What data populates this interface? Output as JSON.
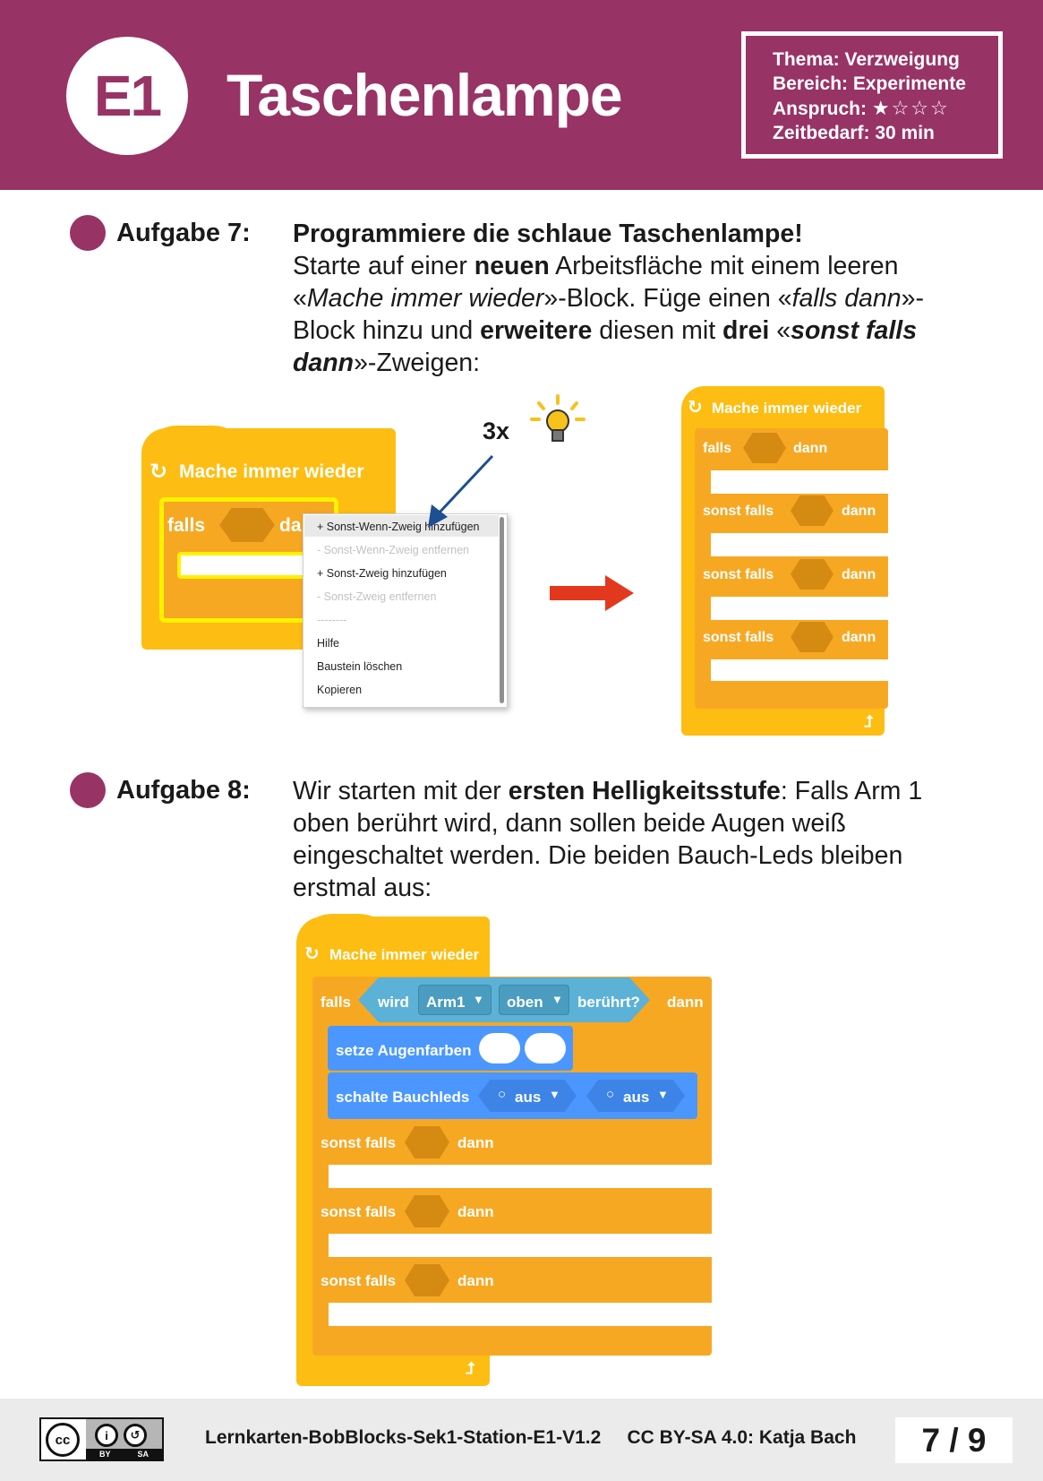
{
  "header": {
    "badge": "E1",
    "title": "Taschenlampe",
    "meta": {
      "thema": "Thema: Verzweigung",
      "bereich": "Bereich: Experimente",
      "anspruch_label": "Anspruch:",
      "anspruch_stars": "★☆☆☆",
      "zeitbedarf": "Zeitbedarf: 30 min"
    }
  },
  "task7": {
    "label": "Aufgabe 7:",
    "heading": "Programmiere die schlaue Taschenlampe!",
    "t1": "Starte auf einer ",
    "b1": "neuen",
    "t2": " Arbeitsfläche mit einem leeren «",
    "i1": "Mache immer wieder",
    "t3": "»-Block. Füge einen «",
    "i2": "falls dann",
    "t4": "»-Block hinzu und ",
    "b2": "erweitere",
    "t5": " diesen mit ",
    "b3": "drei",
    "t6": " «",
    "bi1": "sonst falls dann",
    "t7": "»-Zweigen:"
  },
  "fig1": {
    "forever_label": "Mache immer wieder",
    "if_label": "falls",
    "then_partial": "da",
    "count_label": "3x",
    "menu": [
      {
        "label": "+ Sonst-Wenn-Zweig hinzufügen",
        "disabled": false
      },
      {
        "label": "- Sonst-Wenn-Zweig entfernen",
        "disabled": true
      },
      {
        "label": "+ Sonst-Zweig hinzufügen",
        "disabled": false
      },
      {
        "label": "- Sonst-Zweig entfernen",
        "disabled": true
      },
      {
        "label": "--------",
        "disabled": true
      },
      {
        "label": "Hilfe",
        "disabled": false
      },
      {
        "label": "Baustein löschen",
        "disabled": false
      },
      {
        "label": "Kopieren",
        "disabled": false
      }
    ],
    "result": {
      "forever_label": "Mache immer wieder",
      "if_label": "falls",
      "then_label": "dann",
      "elseif_label": "sonst falls"
    }
  },
  "task8": {
    "label": "Aufgabe 8:",
    "t1": "Wir starten mit der ",
    "b1": "ersten Helligkeitsstufe",
    "t2": ": Falls Arm 1 oben berührt wird, dann sollen beide Augen weiß eingeschaltet werden. Die beiden Bauch-Leds bleiben erstmal aus:"
  },
  "fig2": {
    "forever_label": "Mache immer wieder",
    "if_label": "falls",
    "touch_wird": "wird",
    "touch_arm": "Arm1",
    "touch_pos": "oben",
    "touch_beruehrt": "berührt?",
    "then_label": "dann",
    "eyes_label": "setze Augenfarben",
    "belly_label": "schalte Bauchleds",
    "belly_opt1": "aus",
    "belly_opt2": "aus",
    "elseif_label": "sonst falls",
    "colors": {
      "control": "#fdbd12",
      "if": "#f7a823",
      "sensor": "#5cb1d6",
      "looks": "#4c97ff"
    }
  },
  "footer": {
    "cc_by": "BY",
    "cc_sa": "SA",
    "text": "Lernkarten-BobBlocks-Sek1-Station-E1-V1.2     CC BY-SA 4.0: Katja Bach",
    "page": "7 / 9"
  },
  "colors": {
    "brand": "#983366",
    "arrow": "#e2391e",
    "pointer": "#1d4f91"
  }
}
